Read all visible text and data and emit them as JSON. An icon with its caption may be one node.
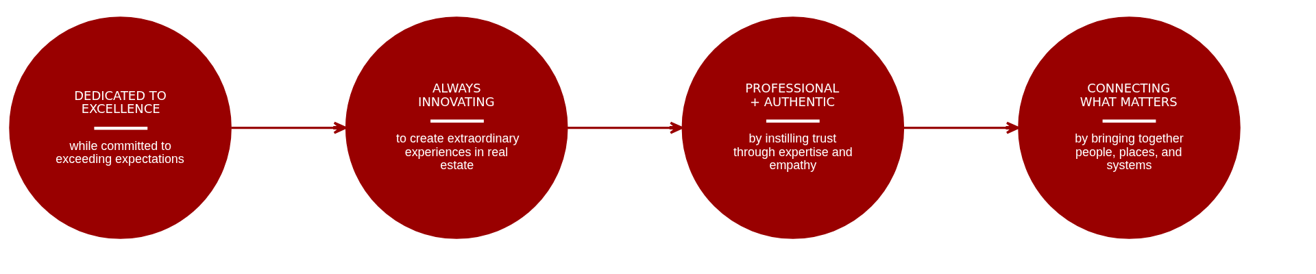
{
  "diagram": {
    "nodes": [
      {
        "text": [
          "DEDICATED TO EXCELLENCE",
          "while committed to exceeding expectations"
        ]
      },
      {
        "text": [
          "ALWAYS INNOVATING",
          "to create extraordinary experiences in real estate"
        ]
      },
      {
        "text": [
          "PROFESSIONAL + AUTHENTIC",
          "by instilling trust through expertise and empathy"
        ]
      },
      {
        "text": [
          "CONNECTING WHAT MATTERS",
          "by bringing together people, places, and systems"
        ]
      }
    ],
    "edges": [
      {
        "from": 0,
        "to": 1,
        "arrow": "to"
      },
      {
        "from": 1,
        "to": 2,
        "arrow": "to"
      },
      {
        "from": 2,
        "to": 3,
        "arrow": "to"
      }
    ]
  }
}
